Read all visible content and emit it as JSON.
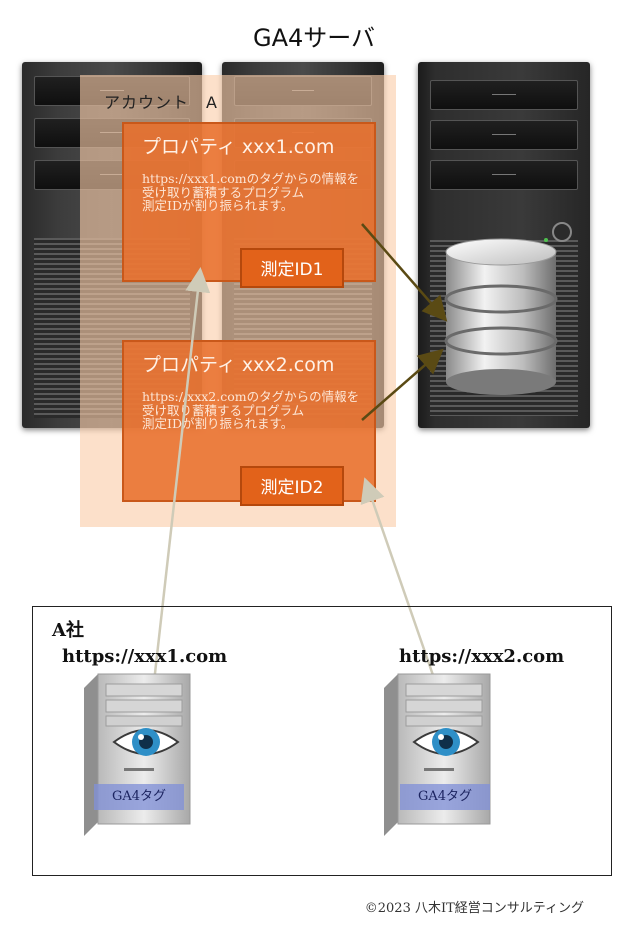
{
  "title": "GA4サーバ",
  "account": {
    "label": "アカウント　A"
  },
  "properties": [
    {
      "title": "プロパティ xxx1.com",
      "description": "https://xxx1.comのタグからの情報を受け取り蓄積するプログラム",
      "note": "測定IDが割り振られます。",
      "measurement_id": "測定ID1"
    },
    {
      "title": "プロパティ xxx2.com",
      "description": "https://xxx2.comのタグからの情報を受け取り蓄積するプログラム",
      "note": "測定IDが割り振られます。",
      "measurement_id": "測定ID2"
    }
  ],
  "company": {
    "name": "A社",
    "sites": [
      {
        "url": "https://xxx1.com",
        "tag": "GA4タグ"
      },
      {
        "url": "https://xxx2.com",
        "tag": "GA4タグ"
      }
    ]
  },
  "icons": [
    "server-tower-icon",
    "database-icon",
    "eye-icon",
    "pc-tower-icon"
  ],
  "colors": {
    "property": "#e8702c",
    "measurement_id": "#e2621a",
    "tag": "#8291d7",
    "arrow_server": "#5a4a14",
    "arrow_client": "#cfcbb8"
  },
  "copyright": "©2023 八木IT経営コンサルティング"
}
